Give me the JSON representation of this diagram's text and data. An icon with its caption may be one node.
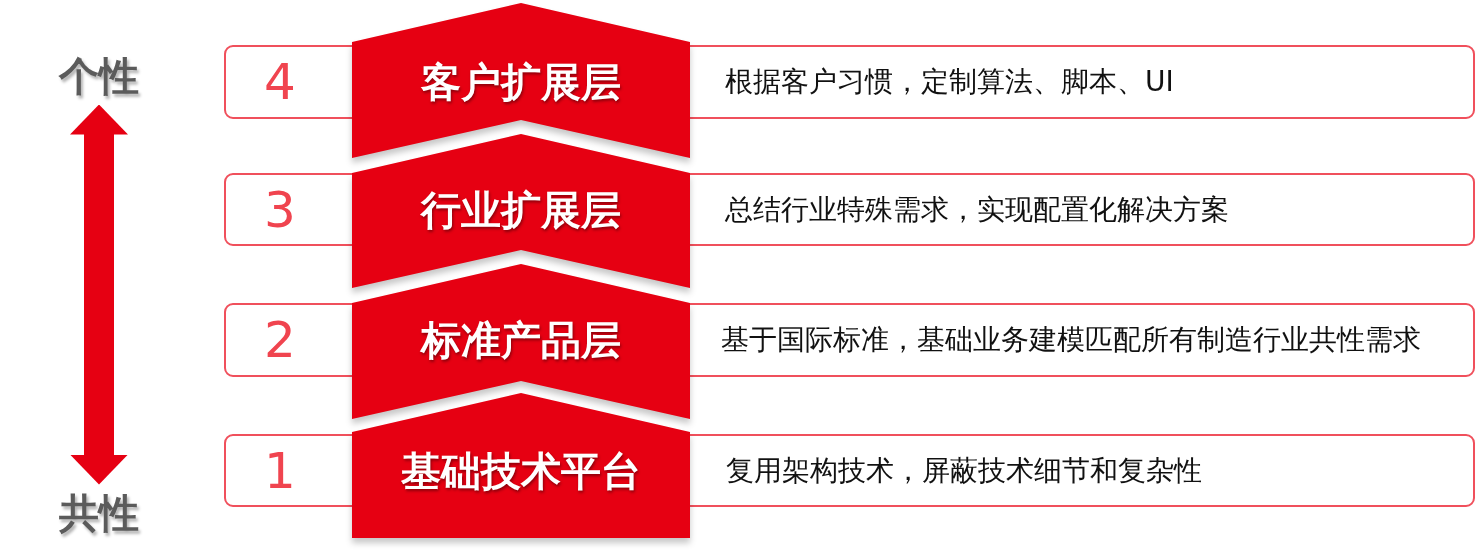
{
  "diagram": {
    "nodes": [
      {
        "text": [
          "个性"
        ]
      },
      {
        "text": [
          "4",
          "根据客户习惯，定制算法、脚本、UI"
        ]
      },
      {
        "text": [
          "客户扩展层"
        ]
      },
      {
        "text": [
          "3",
          "总结行业特殊需求，实现配置化解决方案"
        ]
      },
      {
        "text": [
          "行业扩展层"
        ]
      },
      {
        "text": [
          "2",
          "基于国际标准，基础业务建模匹配所有制造行业共性需求"
        ]
      },
      {
        "text": [
          "标准产品层"
        ]
      },
      {
        "text": [
          "1",
          "复用架构技术，屏蔽技术细节和复杂性"
        ]
      },
      {
        "text": [
          "基础技术平台"
        ]
      },
      {
        "text": [
          "共性"
        ]
      }
    ],
    "edges": [
      {
        "from": 0,
        "to": 9,
        "arrow": "both"
      }
    ]
  }
}
